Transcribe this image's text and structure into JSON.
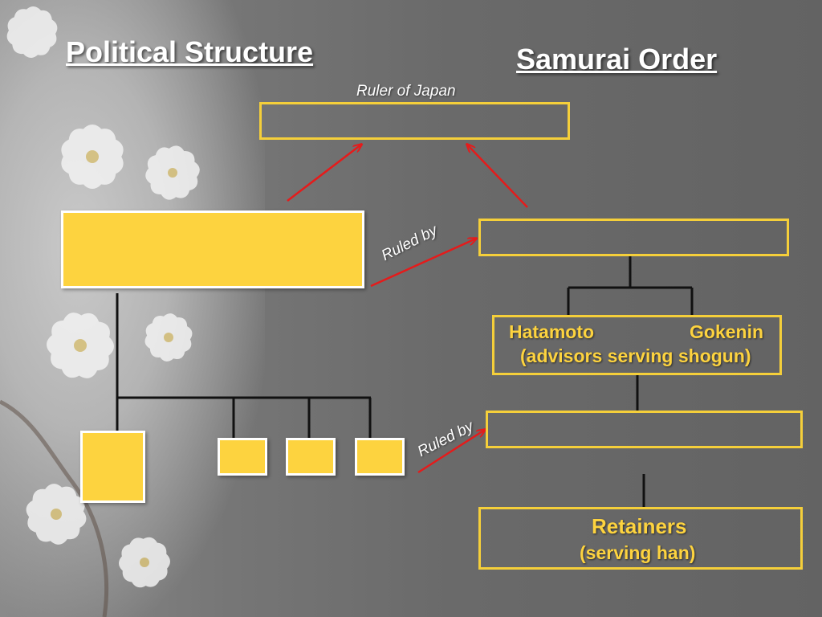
{
  "titles": {
    "political": "Political Structure",
    "samurai": "Samurai Order"
  },
  "captions": {
    "ruler": "Ruler of Japan",
    "ruled_by_1": "Ruled by",
    "ruled_by_2": "Ruled by"
  },
  "samurai_boxes": {
    "hatamoto": "Hatamoto",
    "gokenin": "Gokenin",
    "advisors": "(advisors serving shogun)",
    "retainers": "Retainers",
    "serving_han": "(serving han)"
  },
  "colors": {
    "box_fill": "#fdd33f",
    "box_outline": "#f5cf3a",
    "arrow": "#e51b1b",
    "connector": "#111111",
    "text": "#ffffff"
  }
}
